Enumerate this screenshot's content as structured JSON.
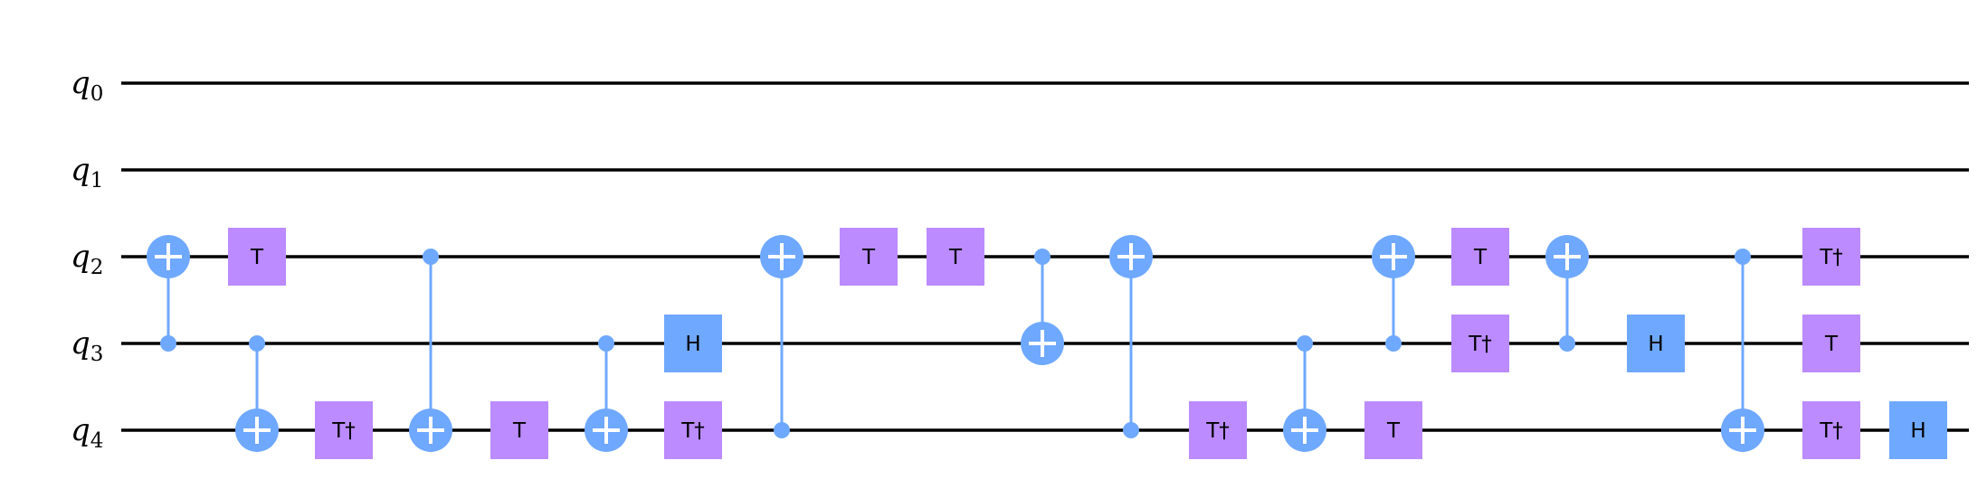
{
  "colors": {
    "wire": "#000000",
    "cnot": "#6fa8ff",
    "t_gate": "#bb8bff",
    "h_gate": "#6fa8ff"
  },
  "qubits": [
    {
      "name": "q",
      "index": "0"
    },
    {
      "name": "q",
      "index": "1"
    },
    {
      "name": "q",
      "index": "2"
    },
    {
      "name": "q",
      "index": "3"
    },
    {
      "name": "q",
      "index": "4"
    }
  ],
  "gates": [
    {
      "col": 0,
      "type": "cx",
      "control": 3,
      "target": 2
    },
    {
      "col": 1,
      "type": "T",
      "label": "T",
      "qubit": 2
    },
    {
      "col": 1,
      "type": "cx",
      "control": 3,
      "target": 4
    },
    {
      "col": 2,
      "type": "Tdg",
      "label": "T†",
      "qubit": 4
    },
    {
      "col": 3,
      "type": "cx",
      "control": 2,
      "target": 4
    },
    {
      "col": 4,
      "type": "T",
      "label": "T",
      "qubit": 4
    },
    {
      "col": 5,
      "type": "cx",
      "control": 3,
      "target": 4
    },
    {
      "col": 6,
      "type": "H",
      "label": "H",
      "qubit": 3
    },
    {
      "col": 6,
      "type": "Tdg",
      "label": "T†",
      "qubit": 4
    },
    {
      "col": 7,
      "type": "cx",
      "control": 4,
      "target": 2
    },
    {
      "col": 8,
      "type": "T",
      "label": "T",
      "qubit": 2
    },
    {
      "col": 9,
      "type": "T",
      "label": "T",
      "qubit": 2
    },
    {
      "col": 10,
      "type": "cx",
      "control": 2,
      "target": 3
    },
    {
      "col": 11,
      "type": "cx",
      "control": 4,
      "target": 2
    },
    {
      "col": 12,
      "type": "Tdg",
      "label": "T†",
      "qubit": 4
    },
    {
      "col": 13,
      "type": "cx",
      "control": 3,
      "target": 4
    },
    {
      "col": 14,
      "type": "cx",
      "control": 3,
      "target": 2
    },
    {
      "col": 14,
      "type": "T",
      "label": "T",
      "qubit": 4
    },
    {
      "col": 15,
      "type": "T",
      "label": "T",
      "qubit": 2
    },
    {
      "col": 15,
      "type": "Tdg",
      "label": "T†",
      "qubit": 3
    },
    {
      "col": 16,
      "type": "cx",
      "control": 3,
      "target": 2
    },
    {
      "col": 17,
      "type": "H",
      "label": "H",
      "qubit": 3
    },
    {
      "col": 18,
      "type": "cx",
      "control": 2,
      "target": 4
    },
    {
      "col": 19,
      "type": "Tdg",
      "label": "T†",
      "qubit": 2
    },
    {
      "col": 19,
      "type": "T",
      "label": "T",
      "qubit": 3
    },
    {
      "col": 19,
      "type": "Tdg",
      "label": "T†",
      "qubit": 4
    },
    {
      "col": 20,
      "type": "H",
      "label": "H",
      "qubit": 4
    }
  ]
}
